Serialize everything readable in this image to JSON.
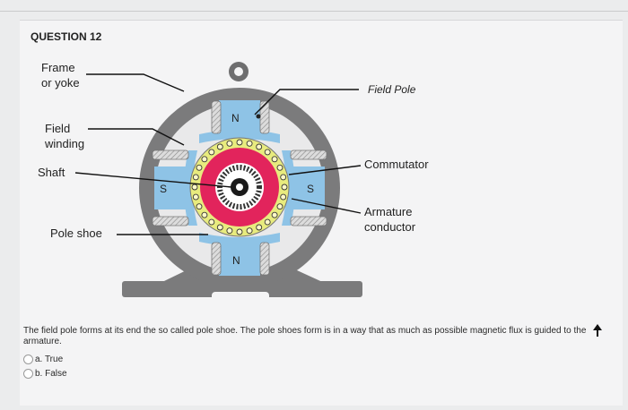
{
  "question": {
    "header": "QUESTION 12",
    "text": "The field pole forms at its end the so called pole shoe. The pole shoes form is in a way that as much as possible magnetic flux is guided to the armature.",
    "options": [
      {
        "label": "a. True",
        "selected": false
      },
      {
        "label": "b. False",
        "selected": false
      }
    ]
  },
  "diagram": {
    "labels": {
      "frame_line1": "Frame",
      "frame_line2": "or yoke",
      "field_winding_line1": "Field",
      "field_winding_line2": "winding",
      "shaft": "Shaft",
      "pole_shoe": "Pole shoe",
      "field_pole": "Field Pole",
      "commutator": "Commutator",
      "armature_line1": "Armature",
      "armature_line2": "conductor"
    },
    "pole_letters": {
      "north_top": "N",
      "north_bottom": "N",
      "south_left": "S",
      "south_right": "S"
    },
    "colors": {
      "frame": "#7b7b7c",
      "pole": "#8ec3e6",
      "winding": "#d9d9d9",
      "commutator": "#e8eb7e",
      "armature": "#e2245c"
    }
  }
}
